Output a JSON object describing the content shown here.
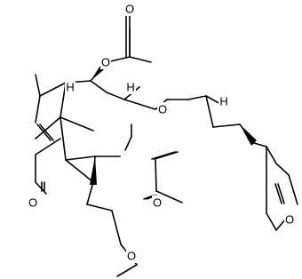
{
  "structure": {
    "atom_labels": {
      "acetate_carbonyl_o": "O",
      "acetate_ester_o": "O",
      "ring_ether_o": "O",
      "ketone_o": "O",
      "ester_carbonyl_o": "O",
      "ester_methoxy_o": "O",
      "furan_o": "O",
      "h_c4a": "H",
      "h_c5a": "H",
      "h_c3a": "H"
    }
  }
}
